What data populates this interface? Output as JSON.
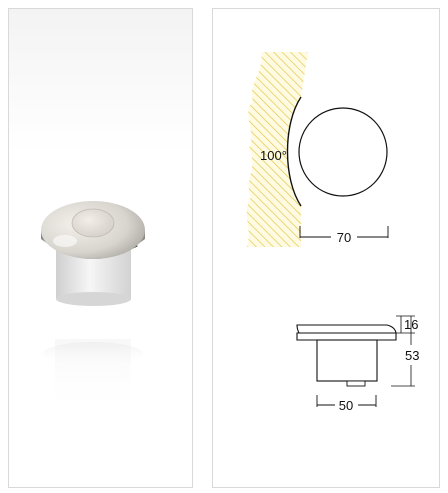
{
  "drawing": {
    "beam_angle": "100°",
    "diameter": "70",
    "cap_height": "16",
    "total_height": "53",
    "body_width": "50"
  }
}
